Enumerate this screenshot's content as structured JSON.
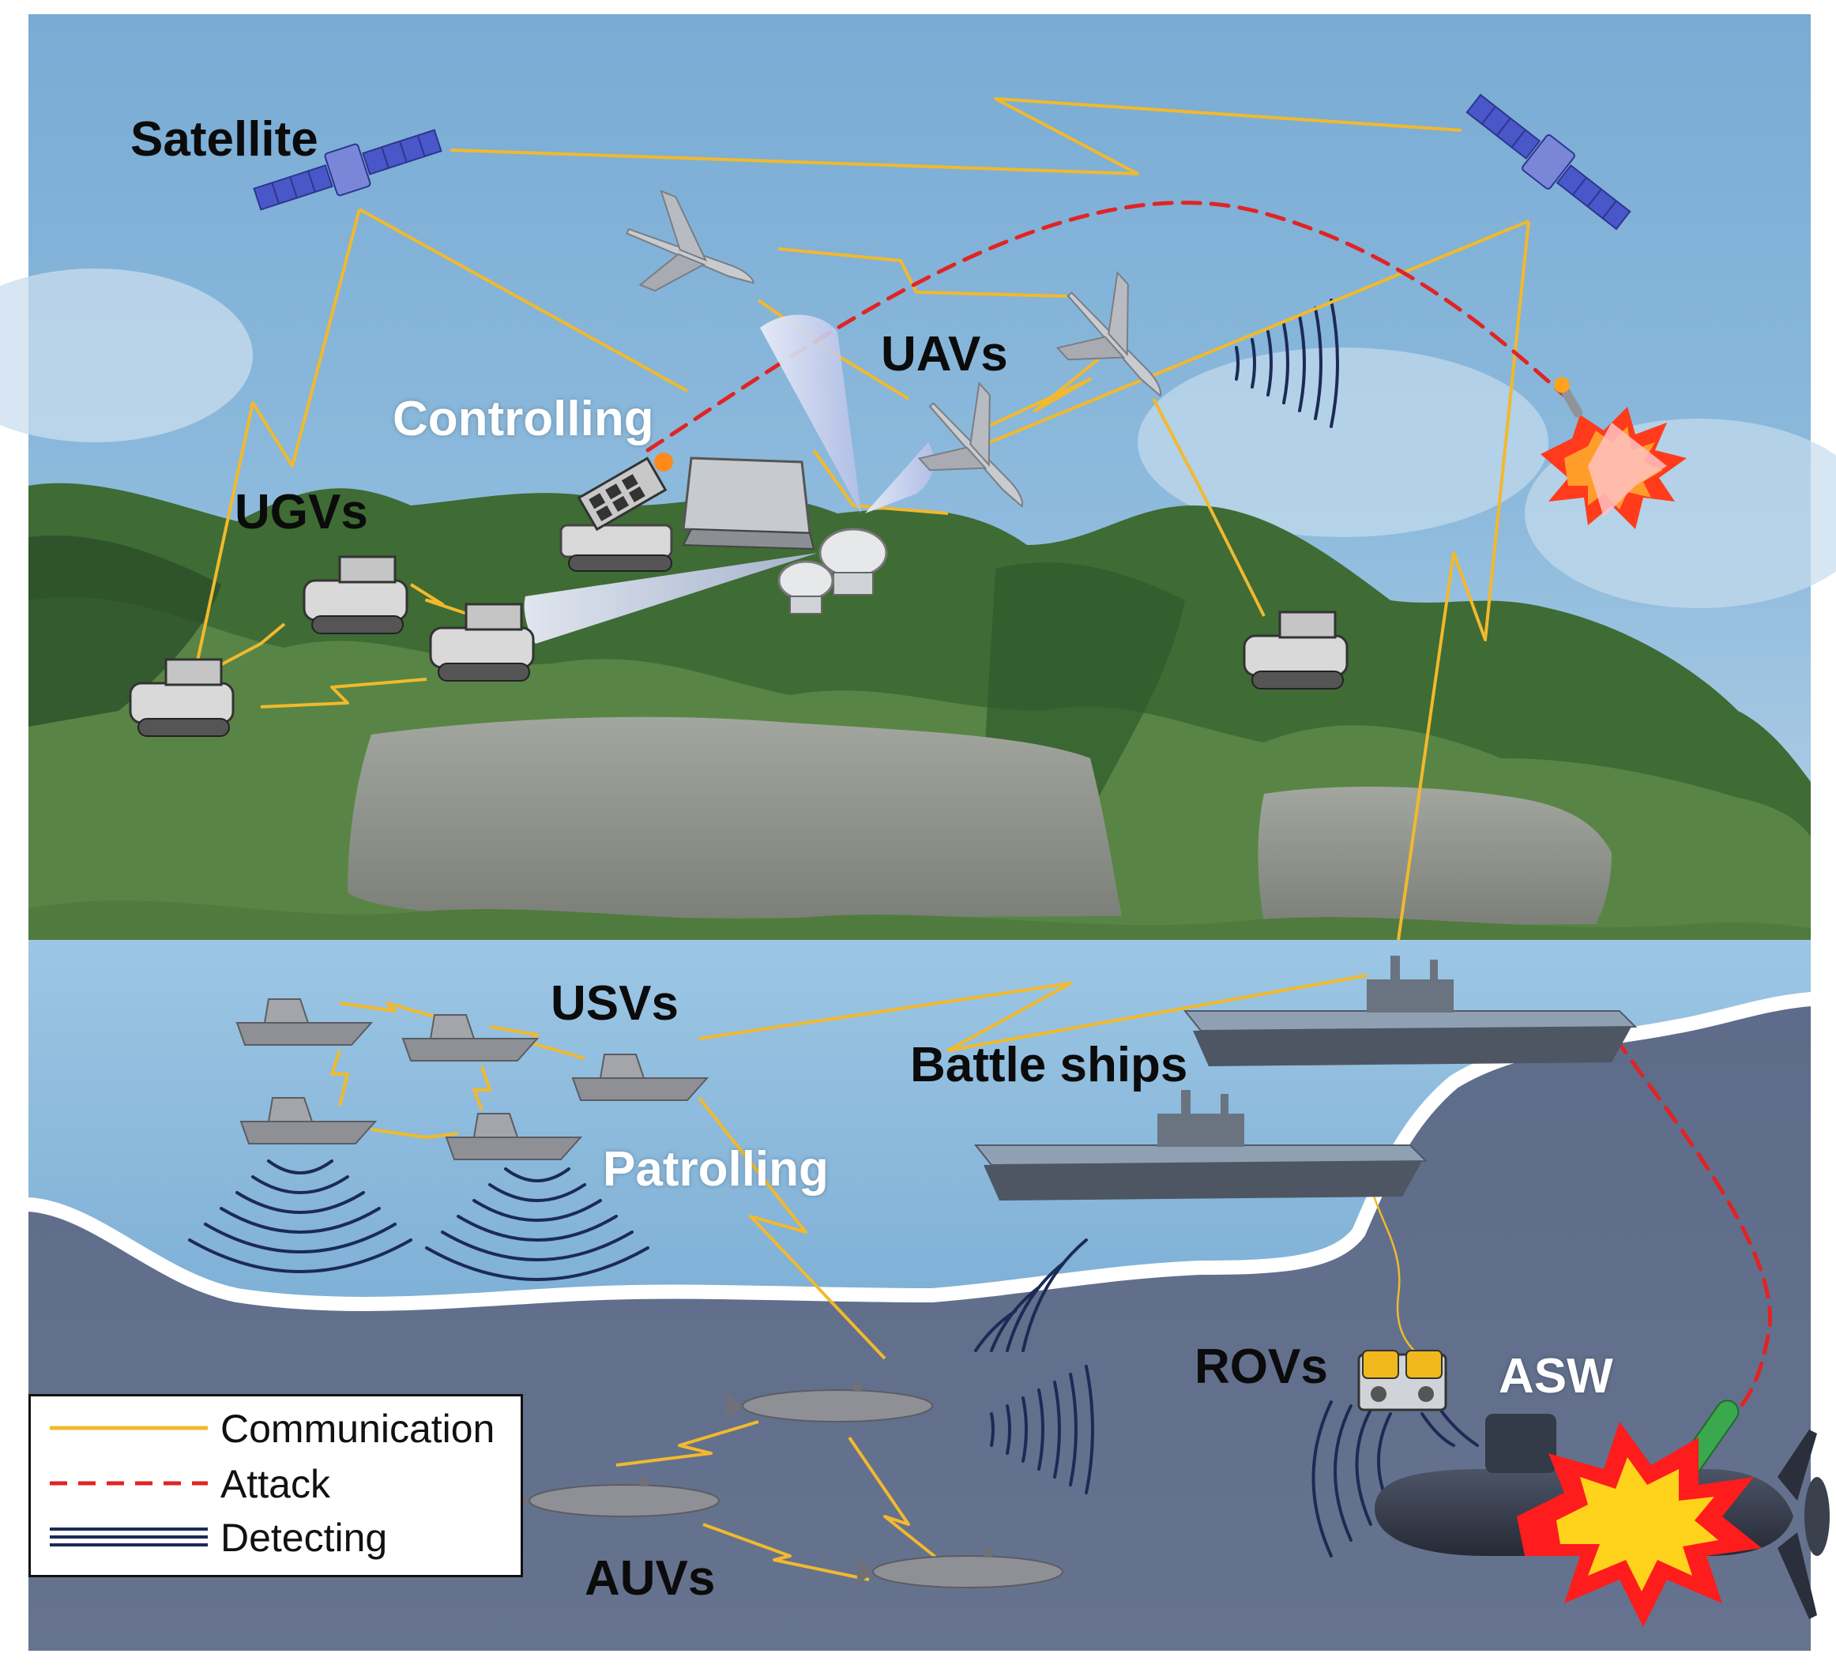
{
  "labels": {
    "satellite": "Satellite",
    "uavs": "UAVs",
    "controlling": "Controlling",
    "ugvs": "UGVs",
    "usvs": "USVs",
    "battle_ships": "Battle ships",
    "patrolling": "Patrolling",
    "rovs": "ROVs",
    "asw": "ASW",
    "auvs": "AUVs"
  },
  "legend": {
    "communication": "Communication",
    "attack": "Attack",
    "detecting": "Detecting"
  },
  "colors": {
    "sky": "#7fb1d8",
    "sky_light": "#c5dcec",
    "mountain_dark": "#2f5a2c",
    "mountain_mid": "#4e7d3f",
    "mountain_light": "#8fae5c",
    "cliff": "#8f948d",
    "sea_surface": "#8ebbdc",
    "sea_deep": "#5f6f8c",
    "coast": "#ffffff",
    "communication": "#f2b92c",
    "attack": "#e02424",
    "detecting": "#1c2a56",
    "vehicle": "#8e9096",
    "explosion_red": "#ff1c1c",
    "explosion_yellow": "#ffd21c"
  },
  "icons": [
    "satellite-icon",
    "uav-icon",
    "ugv-icon",
    "usv-icon",
    "battleship-icon",
    "auv-icon",
    "rov-icon",
    "submarine-icon",
    "missile-launcher-icon",
    "radar-icon",
    "radar-dish-icon",
    "explosion-icon",
    "torpedo-icon",
    "detection-wave-icon"
  ]
}
